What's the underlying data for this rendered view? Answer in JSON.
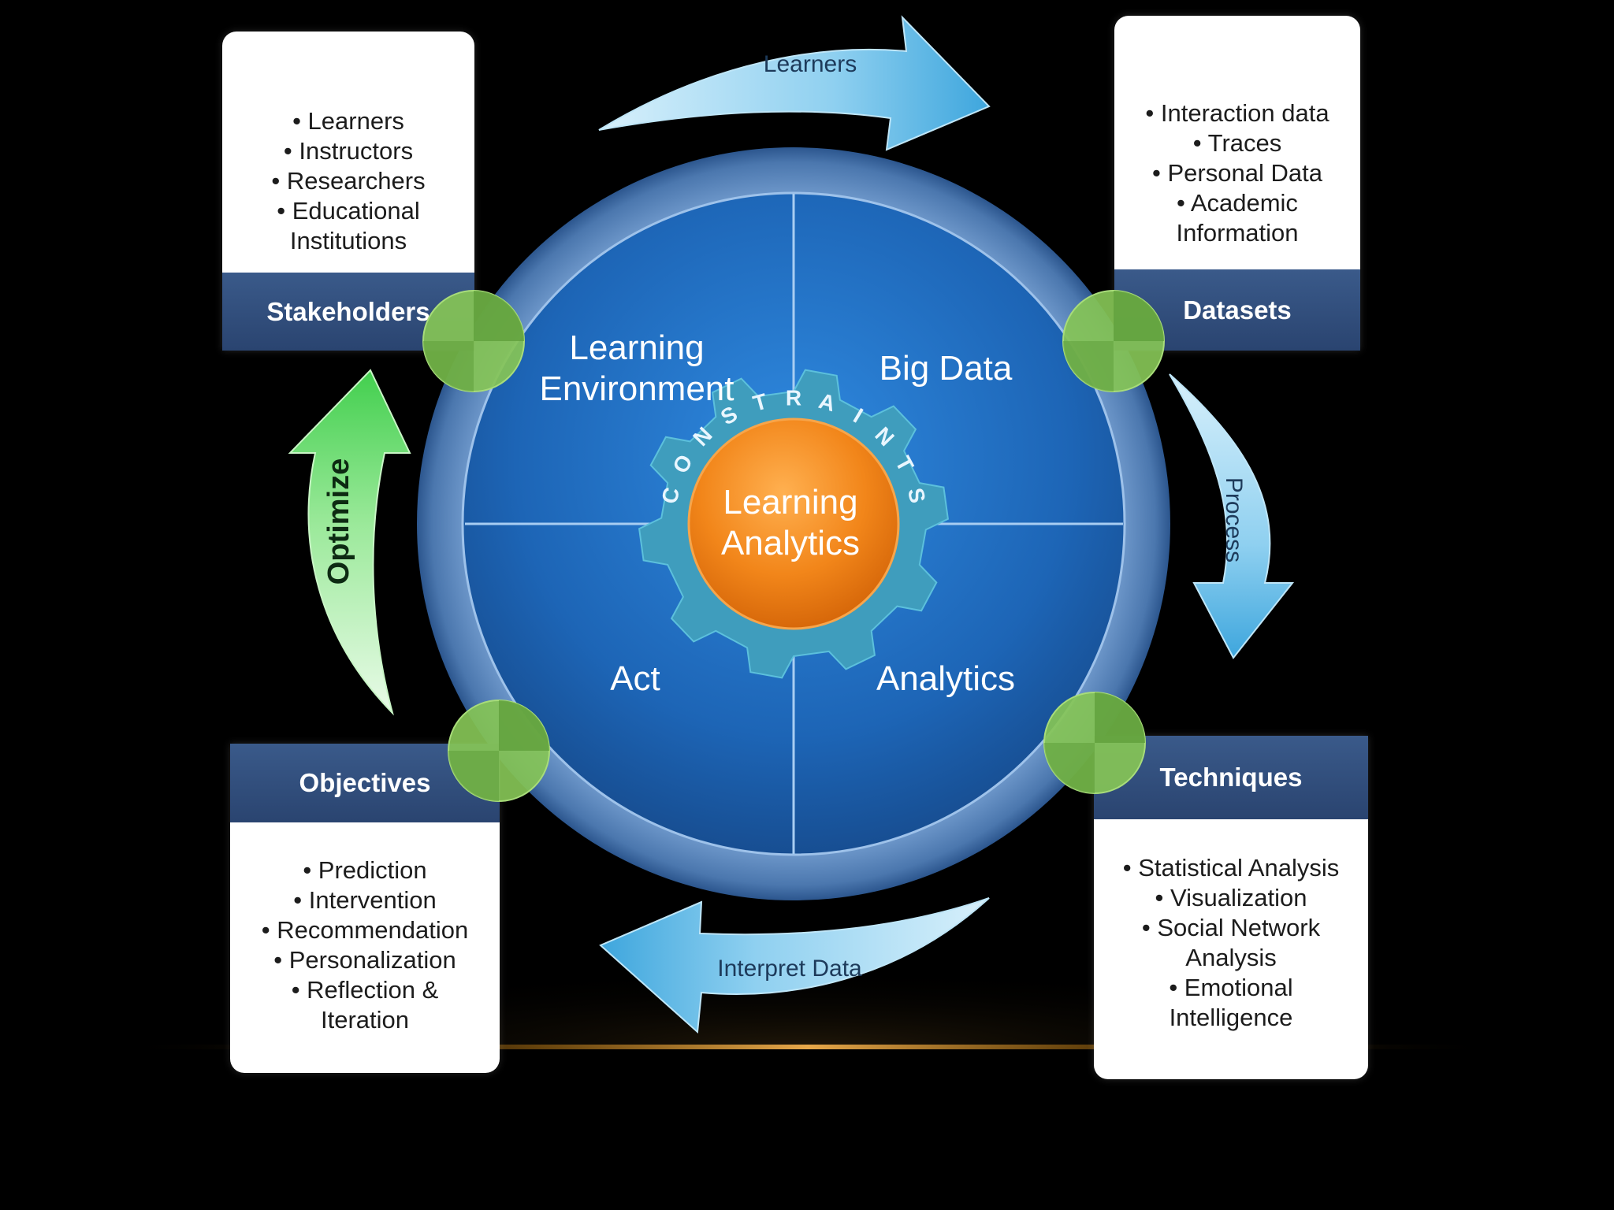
{
  "arrows": {
    "top": "Learners",
    "right": "Process",
    "bottom": "Interpret Data",
    "left": "Optimize"
  },
  "quadrants": {
    "top_left": [
      "Learning",
      "Environment"
    ],
    "top_right": "Big Data",
    "bottom_left": "Act",
    "bottom_right": "Analytics"
  },
  "center": {
    "label": [
      "Learning",
      "Analytics"
    ],
    "ring_letters": [
      "C",
      "O",
      "N",
      "S",
      "T",
      "R",
      "A",
      "I",
      "N",
      "T",
      "S"
    ]
  },
  "cards": {
    "stakeholders": {
      "title": "Stakeholders",
      "items": [
        "Learners",
        "Instructors",
        "Researchers",
        "Educational\nInstitutions"
      ]
    },
    "datasets": {
      "title": "Datasets",
      "items": [
        "Interaction data",
        "Traces",
        "Personal Data",
        "Academic\nInformation"
      ]
    },
    "objectives": {
      "title": "Objectives",
      "items": [
        "Prediction",
        "Intervention",
        "Recommendation",
        "Personalization",
        "Reflection &\nIteration"
      ]
    },
    "techniques": {
      "title": "Techniques",
      "items": [
        "Statistical Analysis",
        "Visualization",
        "Social Network\nAnalysis",
        "Emotional\nIntelligence"
      ]
    }
  },
  "colors": {
    "background": "#000000",
    "circle_blue": "#1e6fc0",
    "band_blue": "#34527f",
    "arrow_blue": "#6ec3ea",
    "arrow_green": "#4fd45a",
    "center_orange": "#f28a1e",
    "gear_teal": "#3e9fc0",
    "node_green": "#7bbf4e"
  }
}
